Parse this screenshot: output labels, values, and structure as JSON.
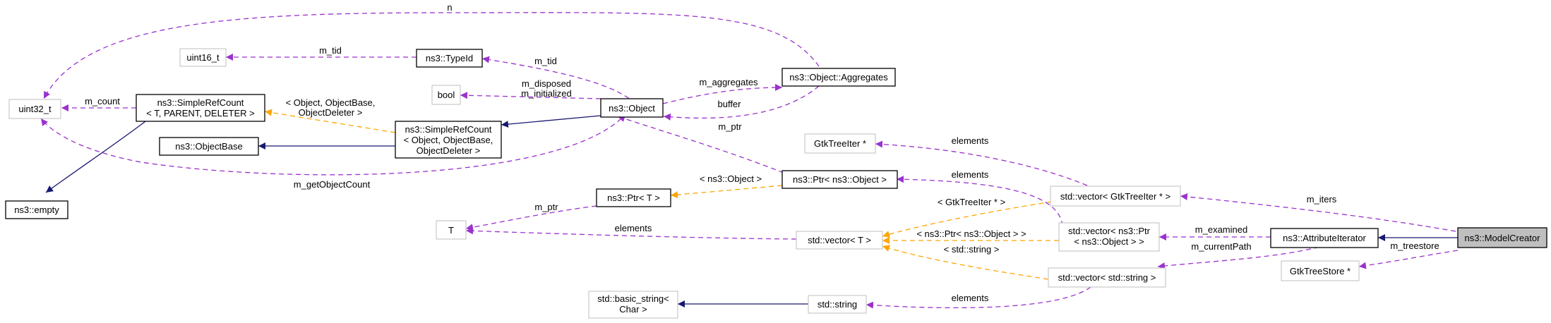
{
  "colors": {
    "usage_edge": "#9a32cd",
    "template_edge": "#ffa500",
    "inheritance_edge": "#191970",
    "focus_fill": "#bfbfbf",
    "external_border": "#bfbfbf"
  },
  "nodes": {
    "uint32": [
      "uint32_t"
    ],
    "uint16": [
      "uint16_t"
    ],
    "typeid": [
      "ns3::TypeId"
    ],
    "aggregates": [
      "ns3::Object::Aggregates"
    ],
    "bool": [
      "bool"
    ],
    "object": [
      "ns3::Object"
    ],
    "srefcount_tpl": [
      "ns3::SimpleRefCount",
      "< T, PARENT, DELETER >"
    ],
    "srefcount_obj": [
      "ns3::SimpleRefCount",
      "< Object, ObjectBase,",
      "ObjectDeleter >"
    ],
    "objectbase": [
      "ns3::ObjectBase"
    ],
    "empty": [
      "ns3::empty"
    ],
    "gtktreeiter": [
      "GtkTreeIter *"
    ],
    "ptr_object": [
      "ns3::Ptr< ns3::Object >"
    ],
    "vector_gtk": [
      "std::vector< GtkTreeIter * >"
    ],
    "ptr_t": [
      "ns3::Ptr< T >"
    ],
    "t": [
      "T"
    ],
    "vector_t": [
      "std::vector< T >"
    ],
    "vector_ptr": [
      "std::vector< ns3::Ptr",
      "< ns3::Object > >"
    ],
    "attr_iter": [
      "ns3::AttributeIterator"
    ],
    "model_creator": [
      "ns3::ModelCreator"
    ],
    "gtktreestore": [
      "GtkTreeStore *"
    ],
    "vector_string": [
      "std::vector< std::string >"
    ],
    "basic_string": [
      "std::basic_string<",
      "Char >"
    ],
    "std_string": [
      "std::string"
    ]
  },
  "edge_labels": {
    "n": "n",
    "m_tid_1": "m_tid",
    "m_tid_2": "m_tid",
    "m_count": "m_count",
    "m_aggregates": "m_aggregates",
    "buffer": "buffer",
    "m_disposed": "m_disposed",
    "m_initialized": "m_initialized",
    "tpl_object_1": "< Object, ObjectBase,",
    "tpl_object_2": "ObjectDeleter >",
    "m_ptr_1": "m_ptr",
    "m_getObjectCount": "m_getObjectCount",
    "elements_gtk": "elements",
    "elements_ptr": "elements",
    "tpl_ns3_object": "< ns3::Object >",
    "m_ptr_2": "m_ptr",
    "tpl_gtk": "< GtkTreeIter * >",
    "elements_t": "elements",
    "tpl_ptr": "< ns3::Ptr< ns3::Object > >",
    "tpl_string": "< std::string >",
    "m_iters": "m_iters",
    "m_examined": "m_examined",
    "m_currentPath": "m_currentPath",
    "m_treestore": "m_treestore",
    "elements_str": "elements"
  }
}
